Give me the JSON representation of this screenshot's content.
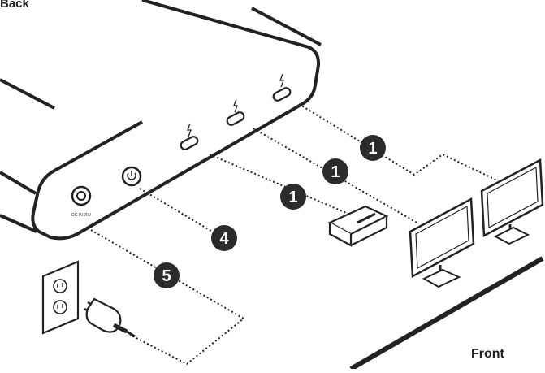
{
  "labels": {
    "back": "Back",
    "front": "Front"
  },
  "badges": {
    "ports_a": "1",
    "ports_b": "1",
    "ports_c": "1",
    "power": "4",
    "dc": "5"
  },
  "port_icon": "thunderbolt-icon",
  "power_icon": "power-icon",
  "dc_port_label": "DC-IN 20V"
}
